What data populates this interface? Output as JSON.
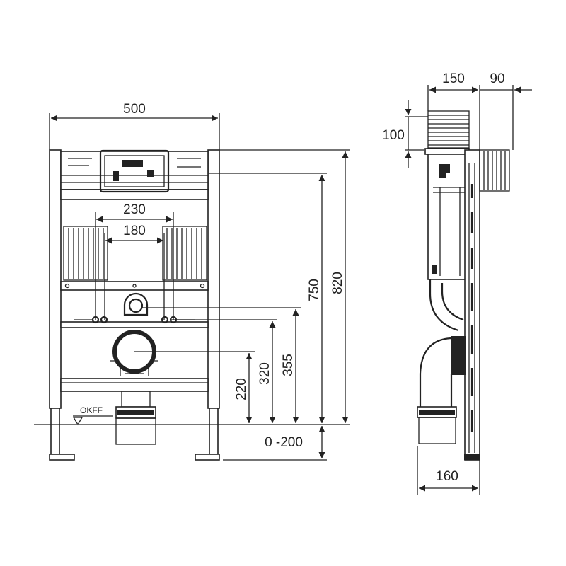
{
  "title": "Installation frame dimension drawing",
  "front_view": {
    "dimensions": {
      "width": "500",
      "support_spacing_outer": "230",
      "support_spacing_inner": "180",
      "height_overall": "820",
      "height_actuator": "750",
      "height_supply": "355",
      "height_fixing": "320",
      "height_outlet": "220",
      "foot_adjust": "0 -200"
    },
    "floor_label": "OKFF"
  },
  "side_view": {
    "dimensions": {
      "depth_cistern": "150",
      "depth_box": "90",
      "box_height": "100",
      "depth_foot": "160"
    }
  },
  "colors": {
    "line": "#222222",
    "background": "#ffffff"
  }
}
